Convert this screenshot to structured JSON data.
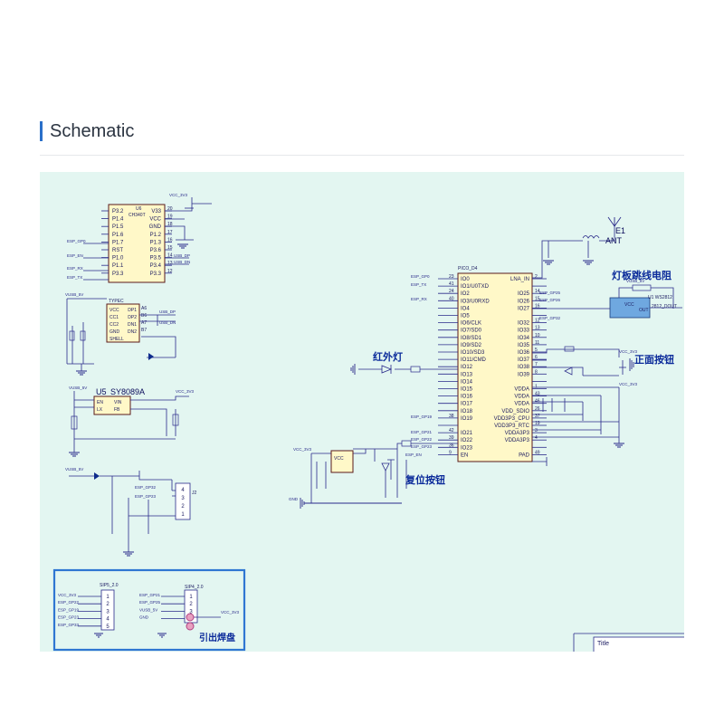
{
  "section": {
    "title": "Schematic"
  },
  "schematic": {
    "labels": {
      "ant_ref": "E1",
      "ant": "ANT",
      "lamp_resistor": "灯板跳线电阻",
      "ir_led": "红外灯",
      "front_button": "正面按钮",
      "reset_button": "复位按钮",
      "breakout_pads": "引出焊盘",
      "sy8089": "SY8089A",
      "u5": "U5",
      "title_block": "Title"
    },
    "ch340": {
      "ref": "U6",
      "part": "CH340T",
      "left_pins": [
        "P3.2",
        "P1.4",
        "P1.5",
        "P1.6",
        "P1.7",
        "RST",
        "P1.0",
        "P1.1",
        "P3.3"
      ],
      "right_pins": [
        "V33",
        "VCC",
        "GND",
        "P1.2",
        "P1.3",
        "P3.6",
        "P3.5",
        "P3.4",
        "P3.3"
      ],
      "right_nums": [
        "20",
        "19",
        "18",
        "17",
        "16",
        "15",
        "14",
        "13",
        "12"
      ]
    },
    "typec": {
      "ref": "TYPEC",
      "left": [
        "VCC",
        "CC1",
        "CC2",
        "GND",
        "SHELL"
      ],
      "right": [
        "DP1",
        "DP2",
        "DN1",
        "DN2"
      ],
      "nums": [
        "A6",
        "B6",
        "A7",
        "B7"
      ]
    },
    "esp": {
      "ref": "PICO_D4",
      "left": [
        "IO0",
        "IO1/U0TXD",
        "IO2",
        "IO3/U0RXD",
        "IO4",
        "IO5",
        "IO6/CLK",
        "IO7/SD0",
        "IO8/SD1",
        "IO9/SD2",
        "IO10/SD3",
        "IO11/CMD",
        "IO12",
        "IO13",
        "IO14",
        "IO15",
        "IO16",
        "IO17",
        "IO18",
        "IO19",
        "",
        "IO21",
        "IO22",
        "IO23",
        "EN"
      ],
      "left_nums": [
        "23",
        "41",
        "24",
        "40",
        "",
        "",
        "",
        "",
        "",
        "",
        "",
        "",
        "",
        "",
        "",
        "",
        "",
        "",
        "",
        "38",
        "",
        "42",
        "39",
        "36",
        "9"
      ],
      "right": [
        "LNA_IN",
        "",
        "IO25",
        "IO26",
        "IO27",
        "",
        "IO32",
        "IO33",
        "IO34",
        "IO35",
        "IO36",
        "IO37",
        "IO38",
        "IO39",
        "",
        "VDDA",
        "VDDA",
        "VDDA",
        "VDD_SDIO",
        "VDD3P3_CPU",
        "VDD3P3_RTC",
        "VDDA3P3",
        "VDDA3P3",
        "",
        "PAD"
      ],
      "right_nums": [
        "2",
        "",
        "14",
        "15",
        "16",
        "",
        "12",
        "13",
        "10",
        "11",
        "5",
        "6",
        "7",
        "8",
        "",
        "1",
        "43",
        "46",
        "26",
        "37",
        "19",
        "3",
        "4",
        "",
        "49"
      ]
    },
    "nets": {
      "vcc3v3": "VCC_3V3",
      "vusb": "VUSB_5V",
      "esp_gp0": "ESP_GP0",
      "esp_tx": "ESP_TX",
      "esp_rx": "ESP_RX",
      "esp_en": "ESP_EN",
      "esp_gp22": "ESP_GP22",
      "esp_gp23": "ESP_GP23",
      "esp_gp25": "ESP_GP25",
      "esp_gp26": "ESP_GP26",
      "esp_gp19": "ESP_GP19",
      "esp_gp21": "ESP_GP21",
      "esp_gp32": "ESP_GP32",
      "usb_dp": "USB_DP",
      "usb_dn": "USB_DN",
      "gnd": "GND",
      "ws2812": "U1 WS2812",
      "ws_dout": "2812_DOUT",
      "vcc": "VCC",
      "out": "OUT"
    },
    "header_left": {
      "ref": "SIP5_2.0",
      "nums": [
        "1",
        "2",
        "3",
        "4",
        "5"
      ],
      "nets": [
        "VCC_3V3",
        "ESP_GP22",
        "ESP_GP19",
        "ESP_GP23",
        "ESP_GP33"
      ]
    },
    "header_right": {
      "ref": "SIP4_2.0",
      "nums": [
        "1",
        "2",
        "3",
        "4"
      ],
      "nets": [
        "ESP_GP21",
        "ESP_GP25",
        "VUSB_5V",
        "GND"
      ]
    },
    "power_header": {
      "ref": "J2",
      "nums": [
        "4",
        "3",
        "2",
        "1"
      ]
    },
    "regulator": {
      "ref": "U5",
      "pins": [
        "EN",
        "LX",
        "VIN",
        "FB"
      ]
    }
  }
}
